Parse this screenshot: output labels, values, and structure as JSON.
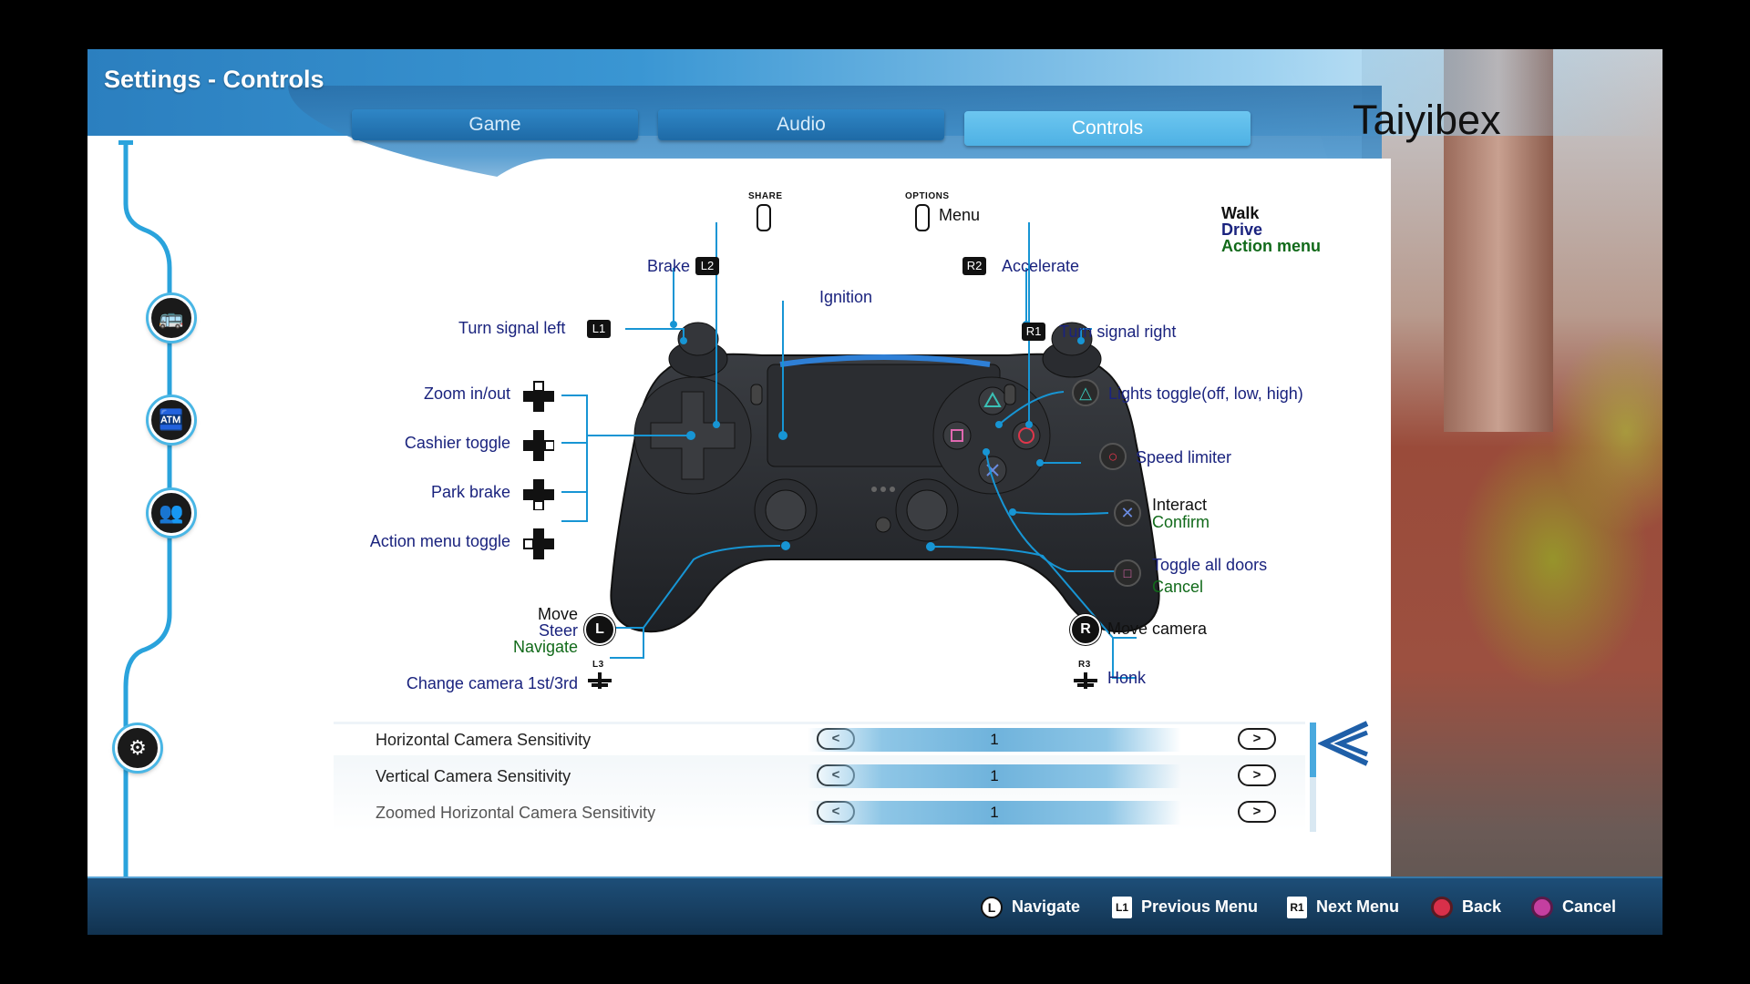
{
  "page": {
    "title": "Settings - Controls",
    "brand": "Taiyibex"
  },
  "tabs": [
    {
      "label": "Game",
      "active": false
    },
    {
      "label": "Audio",
      "active": false
    },
    {
      "label": "Controls",
      "active": true
    }
  ],
  "sidebar": {
    "icons": [
      "bus-icon",
      "ticket-machine-icon",
      "people-icon",
      "gear-icon"
    ],
    "top_marker": "T"
  },
  "legend": {
    "walk": "Walk",
    "drive": "Drive",
    "action_menu": "Action menu"
  },
  "colors": {
    "walk": "#111111",
    "drive": "#1a237e",
    "action_menu": "#116a1a",
    "accent": "#49b6e5"
  },
  "controller": {
    "share_caption": "SHARE",
    "options_caption": "OPTIONS",
    "options_label": "Menu",
    "brake": {
      "label": "Brake",
      "button": "L2"
    },
    "accelerate": {
      "label": "Accelerate",
      "button": "R2"
    },
    "ignition": "Ignition",
    "turn_left": {
      "label": "Turn signal left",
      "button": "L1"
    },
    "turn_right": {
      "label": "Turn signal right",
      "button": "R1"
    },
    "dpad": [
      "Zoom in/out",
      "Cashier toggle",
      "Park brake",
      "Action menu toggle"
    ],
    "triangle": "Lights toggle(off, low, high)",
    "circle": "Speed limiter",
    "cross": {
      "walk": "Interact",
      "action": "Confirm"
    },
    "square": {
      "drive": "Toggle all doors",
      "action": "Cancel"
    },
    "left_stick": {
      "walk": "Move",
      "drive": "Steer",
      "action": "Navigate",
      "icon": "L"
    },
    "l3": {
      "label": "Change camera 1st/3rd",
      "caption": "L3"
    },
    "right_stick": {
      "label": "Move camera",
      "icon": "R"
    },
    "r3": {
      "label": "Honk",
      "caption": "R3"
    },
    "pad_share": "SHARE",
    "pad_options": "OPTIONS"
  },
  "settings": [
    {
      "label": "Horizontal Camera Sensitivity",
      "value": "1",
      "selected": true
    },
    {
      "label": "Vertical Camera Sensitivity",
      "value": "1",
      "selected": false
    },
    {
      "label": "Zoomed Horizontal Camera Sensitivity",
      "value": "1",
      "selected": false
    }
  ],
  "arrows": {
    "left": "<",
    "right": ">"
  },
  "footer": {
    "navigate": {
      "icon": "L",
      "label": "Navigate"
    },
    "previous": {
      "icon": "L1",
      "label": "Previous Menu"
    },
    "next": {
      "icon": "R1",
      "label": "Next Menu"
    },
    "back": {
      "label": "Back"
    },
    "cancel": {
      "label": "Cancel"
    }
  }
}
